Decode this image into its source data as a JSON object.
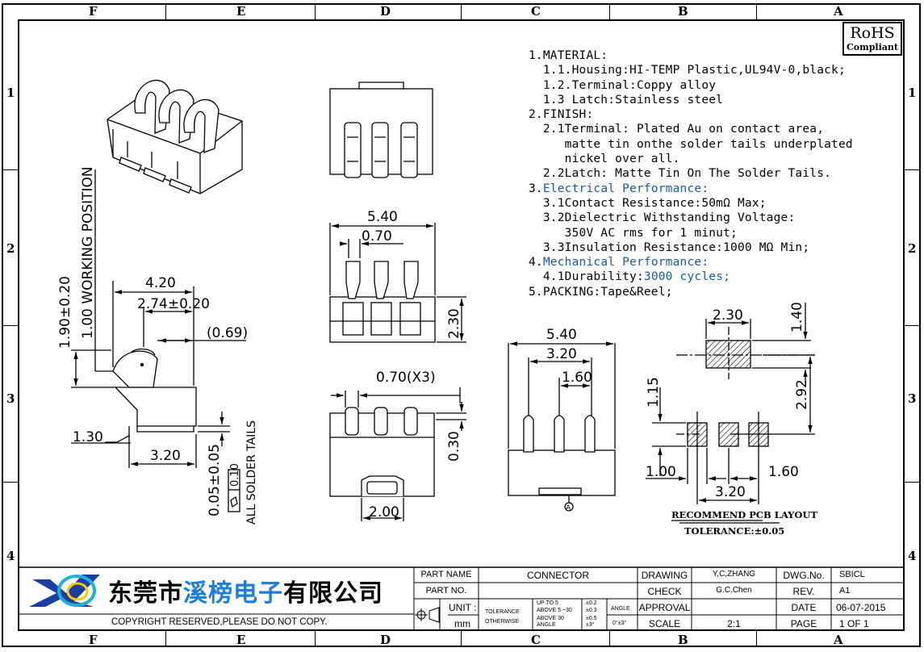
{
  "zones": {
    "top": [
      "F",
      "E",
      "D",
      "C",
      "B",
      "A"
    ],
    "bottom": [
      "F",
      "E",
      "D",
      "C",
      "B",
      "A"
    ],
    "left": [
      "1",
      "2",
      "3",
      "4"
    ],
    "right": [
      "1",
      "2",
      "3",
      "4"
    ]
  },
  "rohs": {
    "line1": "RoHS",
    "line2": "Compliant"
  },
  "notes": {
    "n1": "1.MATERIAL:",
    "n1_1": "  1.1.Housing:HI-TEMP Plastic,UL94V-0,black;",
    "n1_2": "  1.2.Terminal:Coppy alloy",
    "n1_3": "  1.3 Latch:Stainless steel",
    "n2": "2.FINISH:",
    "n2_1": "  2.1Terminal: Plated Au on contact area,",
    "n2_1b": "     matte tin onthe solder tails underplated",
    "n2_1c": "     nickel over all.",
    "n2_2": "  2.2Latch: Matte Tin On The Solder Tails.",
    "n3_num": "3.",
    "n3_text": "Electrical Performance:",
    "n3_1": "  3.1Contact Resistance:50mΩ Max;",
    "n3_2": "  3.2Dielectric Withstanding Voltage:",
    "n3_2b": "     350V AC rms for 1 minut;",
    "n3_3": "  3.3Insulation Resistance:1000 MΩ Min;",
    "n4_num": "4.",
    "n4_text": "Mechanical Performance:",
    "n4_1a": "  4.1Durability:",
    "n4_1b": "3000 cycles;",
    "n5": "5.PACKING:Tape&Reel;"
  },
  "dims": {
    "side_190": "1.90±0.20",
    "side_working": "1.00 WORKING POSITION",
    "side_420": "4.20",
    "side_274": "2.74±0.20",
    "side_069": "(0.69)",
    "side_130": "1.30",
    "side_320": "3.20",
    "side_005": "0.05±0.05",
    "side_010": "0.10",
    "side_tails": "ALL SOLDER TAILS",
    "mid_540": "5.40",
    "mid_070": "0.70",
    "mid_230": "2.30",
    "bot_070x3": "0.70(X3)",
    "bot_030": "0.30",
    "bot_200": "2.00",
    "front_540": "5.40",
    "front_320": "3.20",
    "front_160": "1.60",
    "front_datum": "A",
    "pcb_230": "2.30",
    "pcb_140": "1.40",
    "pcb_115": "1.15",
    "pcb_292": "2.92",
    "pcb_100": "1.00",
    "pcb_160": "1.60",
    "pcb_320": "3.20"
  },
  "pcb": {
    "title": "RECOMMEND PCB LAYOUT",
    "tolerance": "TOLERANCE:±0.05"
  },
  "company": {
    "part1": "东莞市",
    "part2": "溪榜电子",
    "part3": "有限公司"
  },
  "copyright": "COPYRIGHT RESERVED,PLEASE DO NOT COPY.",
  "titleblock": {
    "part_name_label": "PART NAME",
    "part_name": "CONNECTOR",
    "part_no_label": "PART NO.",
    "part_no": "",
    "unit_label": "UNIT :",
    "unit": "mm",
    "tol_label1": "TOLERANCE",
    "tol_label2": "OTHERWISE",
    "tol_r1a": "UP TO 5",
    "tol_r1b": "±0.2",
    "tol_r2a": "ABOVE 5 ~30",
    "tol_r2b": "±0.3",
    "tol_r3a": "ABOVE 30",
    "tol_r3b": "±0.5",
    "tol_r4a": "ANGLE",
    "tol_r4b": "±3°",
    "angle_label": "ANGLE",
    "angle_val": "0°±3°",
    "drawing_label": "DRAWING",
    "drawing": "Y,C,ZHANG",
    "check_label": "CHECK",
    "check": "G.C.Chen",
    "approval_label": "APPROVAL",
    "approval": "",
    "scale_label": "SCALE",
    "scale": "2:1",
    "dwg_label": "DWG.No.",
    "dwg": "SBICL",
    "rev_label": "REV.",
    "rev": "A1",
    "date_label": "DATE",
    "date": "06-07-2015",
    "page_label": "PAGE",
    "page": "1 OF 1"
  }
}
